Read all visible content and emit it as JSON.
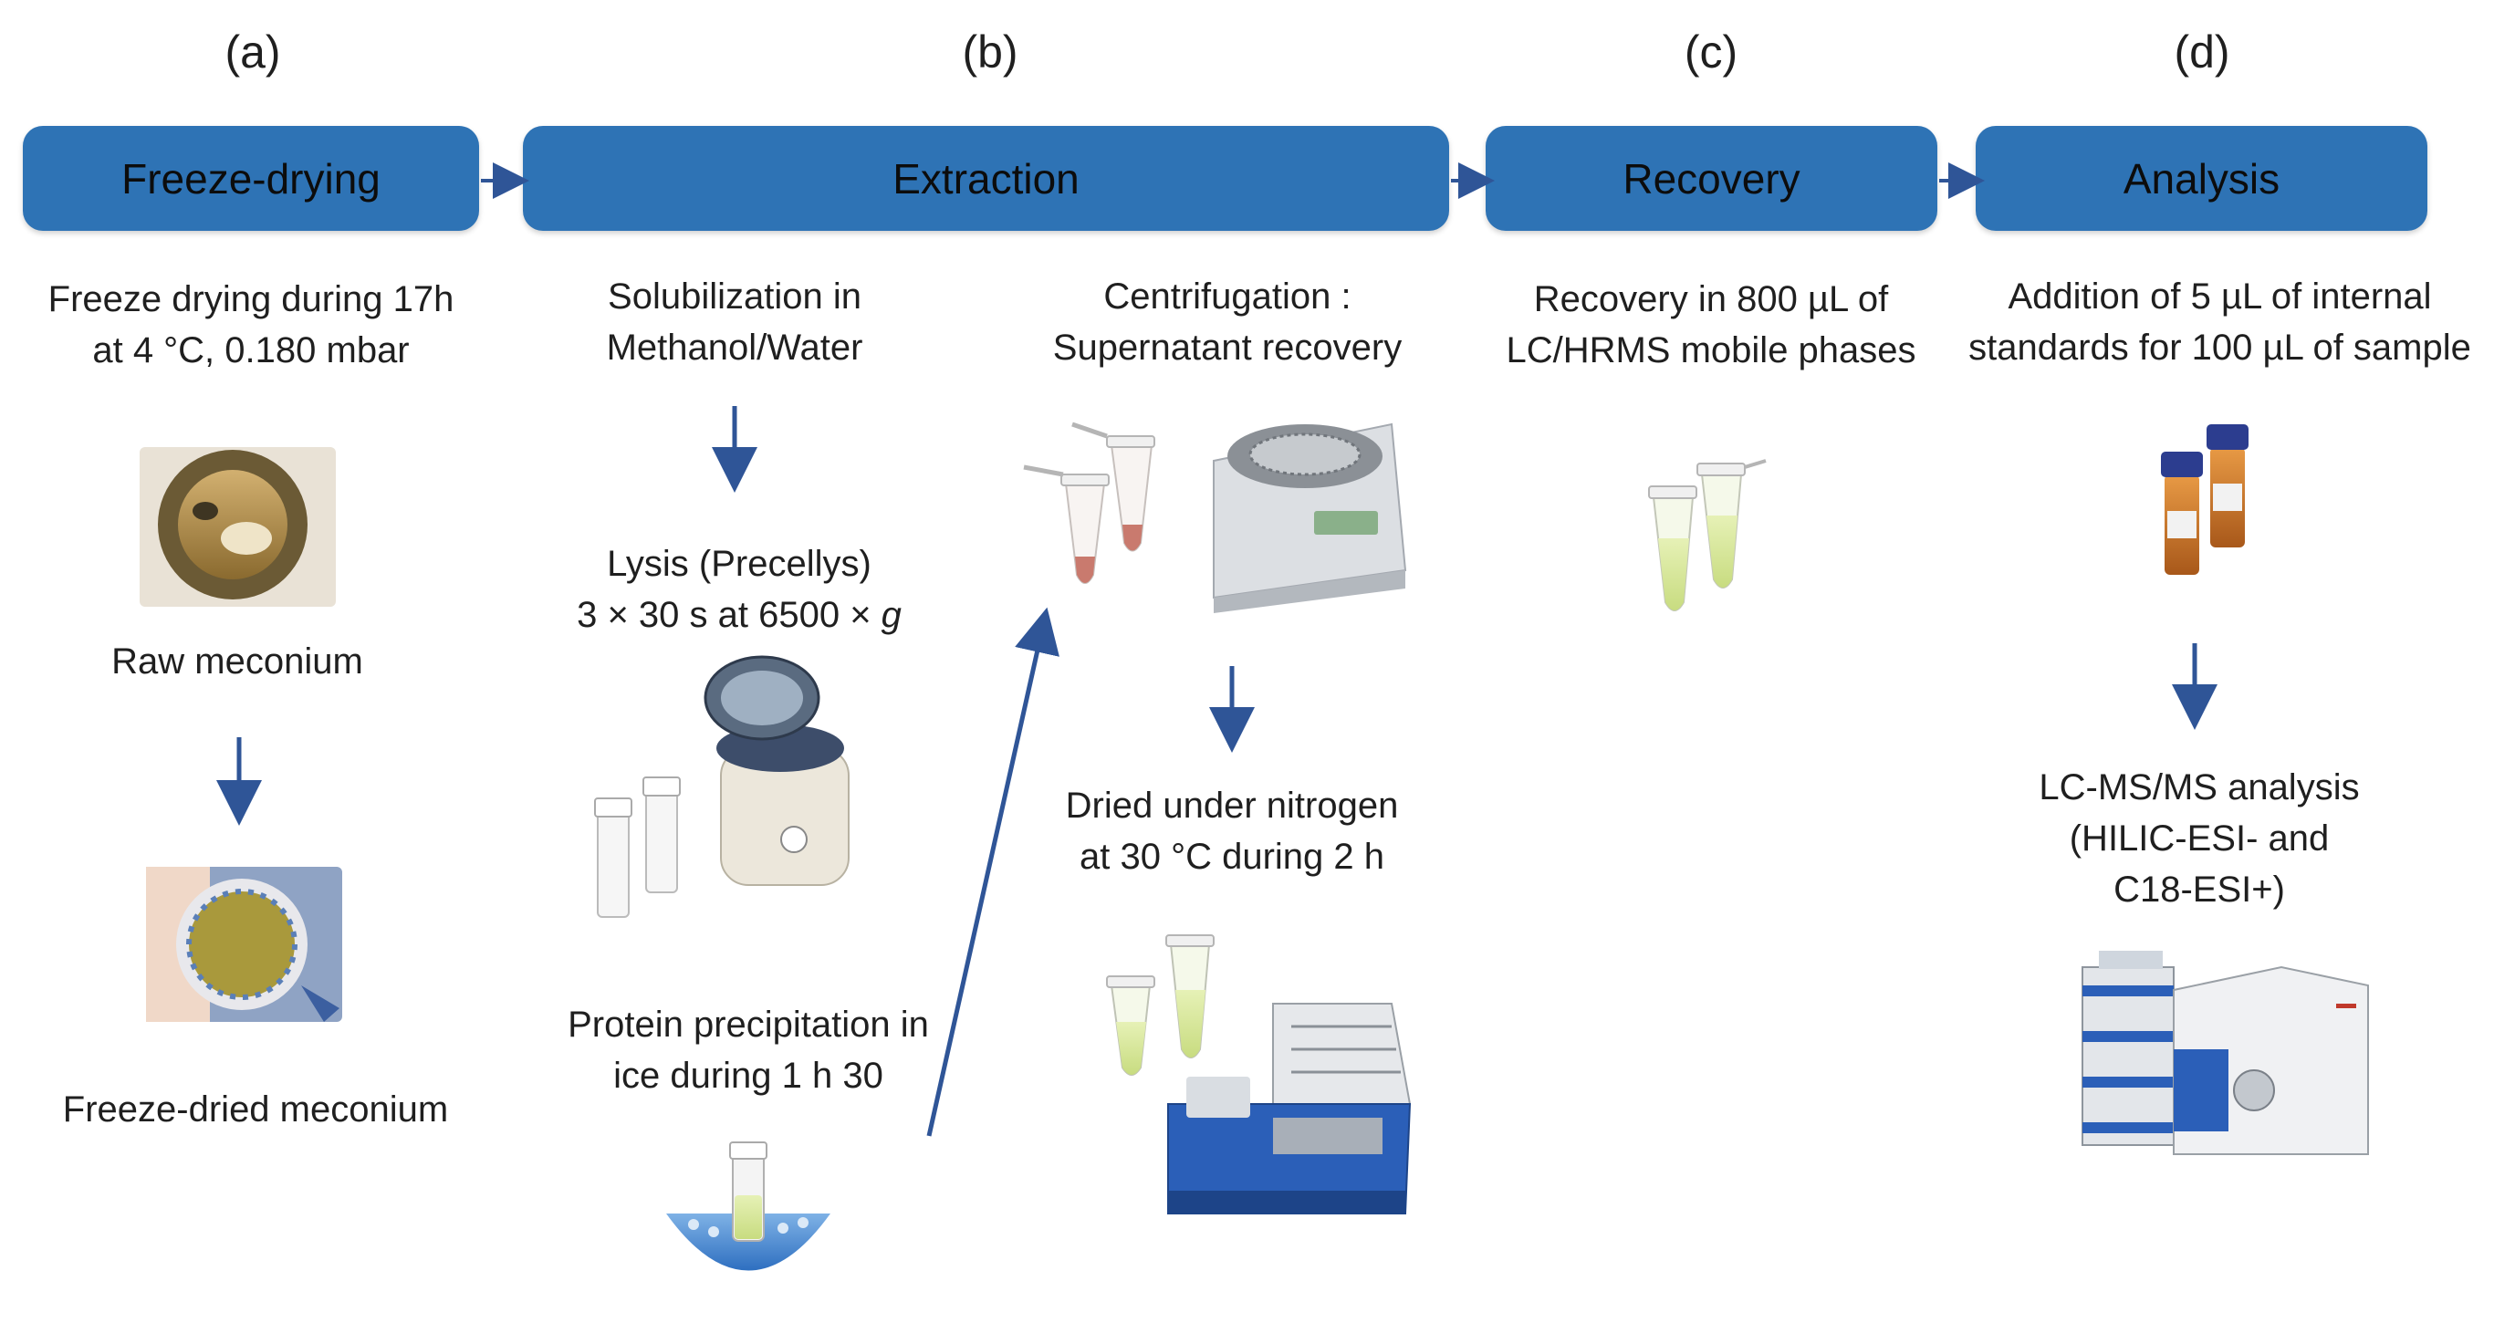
{
  "letters": {
    "a": "(a)",
    "b": "(b)",
    "c": "(c)",
    "d": "(d)"
  },
  "stages": {
    "freeze": "Freeze-drying",
    "extraction": "Extraction",
    "recovery": "Recovery",
    "analysis": "Analysis"
  },
  "freeze": {
    "desc1": "Freeze drying during 17h",
    "desc2": "at 4 °C, 0.180 mbar",
    "raw": "Raw meconium",
    "dried": "Freeze-dried meconium"
  },
  "extraction": {
    "solub1": "Solubilization in",
    "solub2": "Methanol/Water",
    "lysis1": "Lysis (Precellys)",
    "lysis2": "3 × 30 s at 6500 × ",
    "lysis_g": "g",
    "protein1": "Protein precipitation in",
    "protein2": "ice during 1 h 30",
    "centri1": "Centrifugation :",
    "centri2": "Supernatant recovery",
    "dried1": "Dried under nitrogen",
    "dried2": "at 30 °C during 2 h"
  },
  "recovery": {
    "desc1": "Recovery in 800 µL of",
    "desc2": "LC/HRMS mobile phases"
  },
  "analysis": {
    "desc1": "Addition of 5 µL of internal",
    "desc2": "standards for 100 µL of sample",
    "lc1": "LC-MS/MS analysis",
    "lc2": "(HILIC-ESI- and",
    "lc3": "C18-ESI+)"
  },
  "colors": {
    "stage": "#2e73b5",
    "arrow": "#2f5597"
  }
}
